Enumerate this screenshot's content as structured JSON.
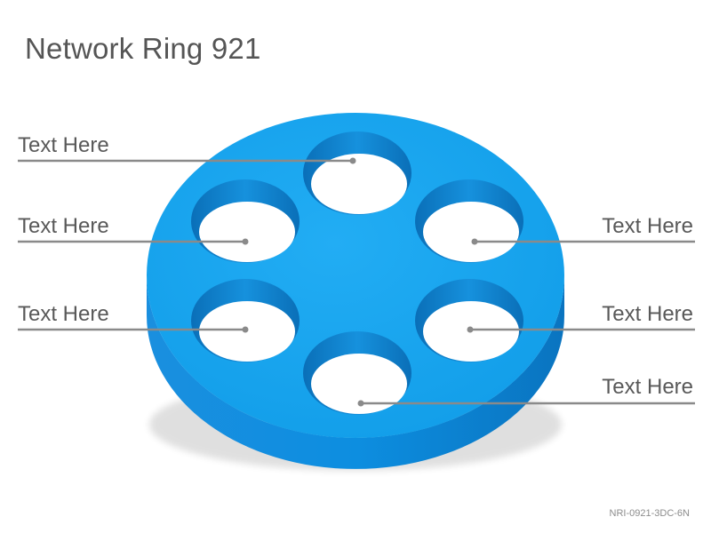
{
  "title": "Network Ring 921",
  "labels": {
    "top": "Text Here",
    "upper_left": "Text Here",
    "lower_left": "Text Here",
    "upper_right": "Text Here",
    "lower_right": "Text Here",
    "bottom": "Text Here"
  },
  "code": "NRI-0921-3DC-6N",
  "colors": {
    "ring_top": "#1aa3ee",
    "ring_side": "#0a85d6",
    "hole_wall": "#0b7bc6",
    "leader_line": "#8a8a8a",
    "text": "#595959"
  }
}
